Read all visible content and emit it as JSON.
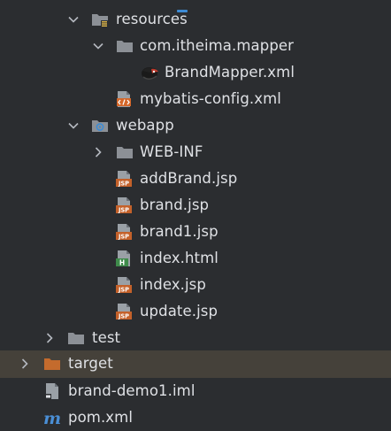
{
  "colors": {
    "background": "#2b2d30",
    "highlight_row": "#45413a",
    "text": "#dfe1e5",
    "folder_gray": "#8c9096",
    "folder_orange": "#c46b2d",
    "jsp_badge": "#c4612a",
    "html_badge": "#3f8b4b",
    "webapp_blue": "#3d8bd4",
    "xml_orange": "#d4672a",
    "maven_blue": "#4a8fd6"
  },
  "tree": {
    "items": [
      {
        "label": "resources",
        "icon": "resources-folder-icon",
        "expanded": true
      },
      {
        "label": "com.itheima.mapper",
        "icon": "folder-icon",
        "expanded": true
      },
      {
        "label": "BrandMapper.xml",
        "icon": "mybatis-bird-icon"
      },
      {
        "label": "mybatis-config.xml",
        "icon": "xml-file-icon"
      },
      {
        "label": "webapp",
        "icon": "webapp-folder-icon",
        "expanded": true
      },
      {
        "label": "WEB-INF",
        "icon": "folder-icon",
        "expanded": false
      },
      {
        "label": "addBrand.jsp",
        "icon": "jsp-file-icon"
      },
      {
        "label": "brand.jsp",
        "icon": "jsp-file-icon"
      },
      {
        "label": "brand1.jsp",
        "icon": "jsp-file-icon"
      },
      {
        "label": "index.html",
        "icon": "html-file-icon"
      },
      {
        "label": "index.jsp",
        "icon": "jsp-file-icon"
      },
      {
        "label": "update.jsp",
        "icon": "jsp-file-icon"
      },
      {
        "label": "test",
        "icon": "folder-icon",
        "expanded": false
      },
      {
        "label": "target",
        "icon": "excluded-folder-icon",
        "expanded": false,
        "highlighted": true
      },
      {
        "label": "brand-demo1.iml",
        "icon": "iml-file-icon"
      },
      {
        "label": "pom.xml",
        "icon": "maven-icon"
      }
    ]
  }
}
